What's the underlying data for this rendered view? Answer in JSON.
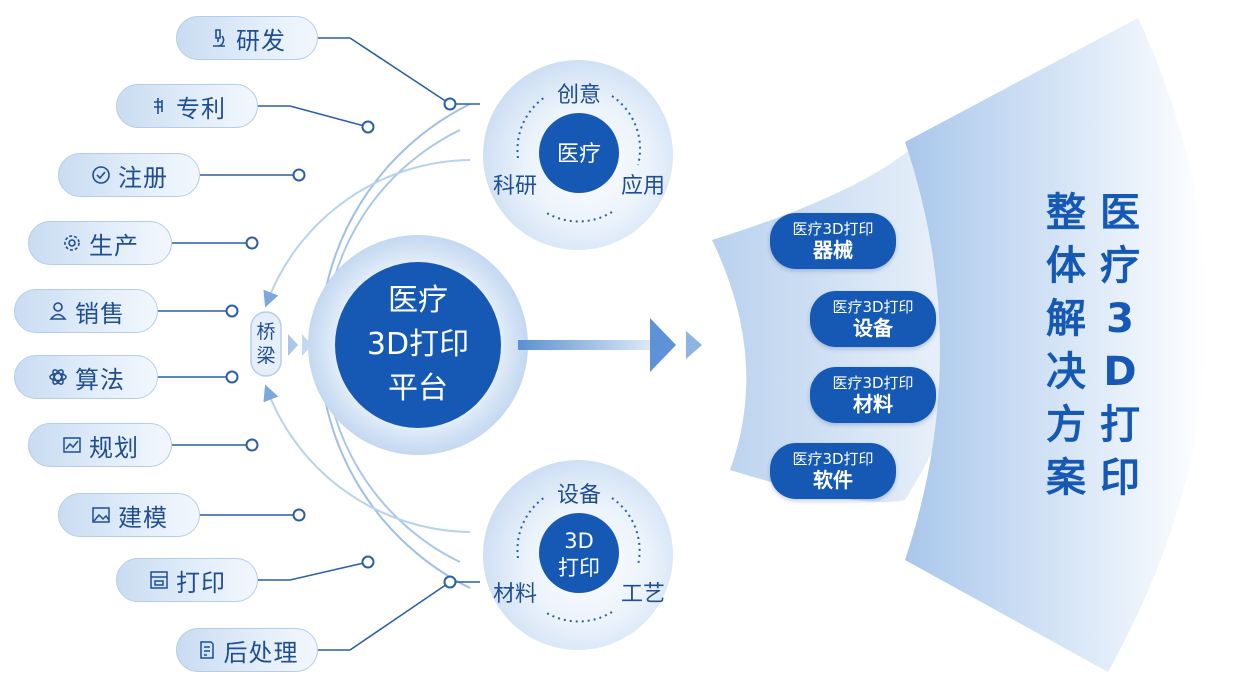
{
  "left_items": [
    {
      "label": "研发",
      "icon": "microscope-icon"
    },
    {
      "label": "专利",
      "icon": "patent-icon"
    },
    {
      "label": "注册",
      "icon": "check-circle-icon"
    },
    {
      "label": "生产",
      "icon": "gear-icon"
    },
    {
      "label": "销售",
      "icon": "person-icon"
    },
    {
      "label": "算法",
      "icon": "atom-icon"
    },
    {
      "label": "规划",
      "icon": "chart-icon"
    },
    {
      "label": "建模",
      "icon": "image-icon"
    },
    {
      "label": "打印",
      "icon": "printer-icon"
    },
    {
      "label": "后处理",
      "icon": "document-icon"
    }
  ],
  "bridge": {
    "line1": "桥",
    "line2": "梁"
  },
  "center": {
    "line1": "医疗",
    "line2": "3D打印",
    "line3": "平台"
  },
  "top_cycle": {
    "center": "医疗",
    "top": "创意",
    "left": "科研",
    "right": "应用"
  },
  "bottom_cycle": {
    "center_line1": "3D",
    "center_line2": "打印",
    "top": "设备",
    "left": "材料",
    "right": "工艺"
  },
  "products": [
    {
      "line1": "医疗3D打印",
      "line2": "器械"
    },
    {
      "line1": "医疗3D打印",
      "line2": "设备"
    },
    {
      "line1": "医疗3D打印",
      "line2": "材料"
    },
    {
      "line1": "医疗3D打印",
      "line2": "软件"
    }
  ],
  "solution": {
    "col1": [
      "医",
      "疗",
      "3",
      "D",
      "打",
      "印"
    ],
    "col2": [
      "整",
      "体",
      "解",
      "决",
      "方",
      "案"
    ]
  },
  "colors": {
    "primary": "#1559b5",
    "light": "#dbe8f7",
    "line": "#2b5fa8"
  }
}
